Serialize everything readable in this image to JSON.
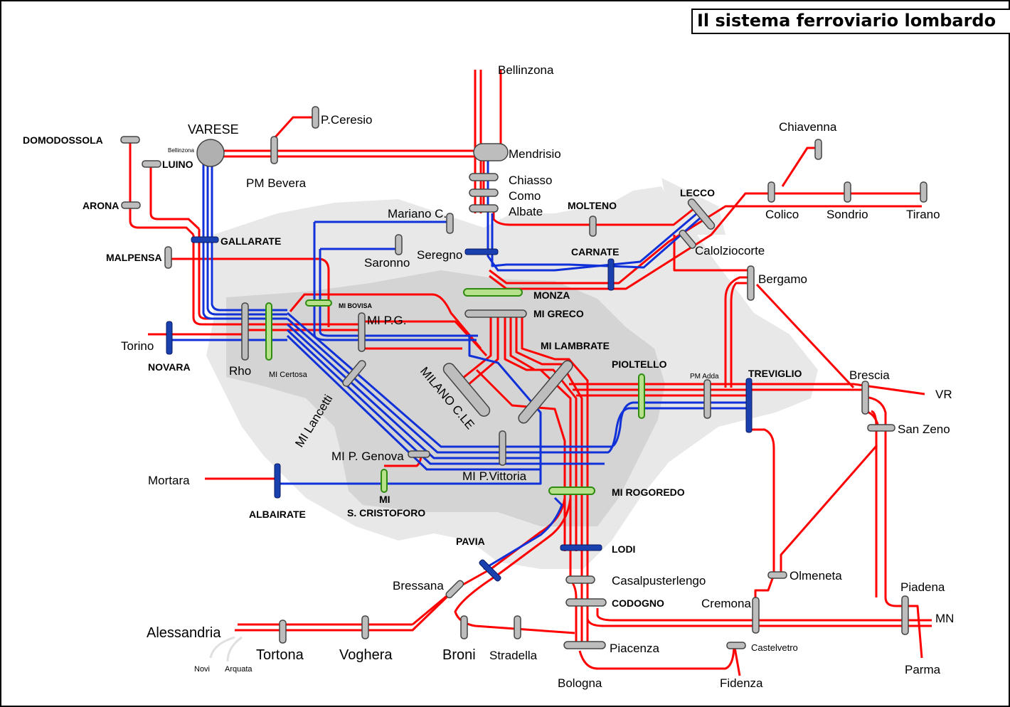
{
  "title": "Il sistema ferroviario lombardo",
  "stations": {
    "bellinzona_top": "Bellinzona",
    "p_ceresio": "P.Ceresio",
    "varese": "VARESE",
    "bellinzona_small": "Bellinzona",
    "luino": "LUINO",
    "domodossola": "DOMODOSSOLA",
    "pm_bevera": "PM Bevera",
    "mendrisio": "Mendrisio",
    "chiasso": "Chiasso",
    "como": "Como",
    "albate": "Albate",
    "chiavenna": "Chiavenna",
    "lecco": "LECCO",
    "colico": "Colico",
    "sondrio": "Sondrio",
    "tirano": "Tirano",
    "arona": "ARONA",
    "mariano": "Mariano C.",
    "molteno": "MOLTENO",
    "gallarate": "GALLARATE",
    "malpensa": "MALPENSA",
    "saronno": "Saronno",
    "seregno": "Seregno",
    "carnate": "CARNATE",
    "calolziocorte": "Calolziocorte",
    "bergamo": "Bergamo",
    "monza": "MONZA",
    "mi_bovisa": "MI BOVISA",
    "mi_greco": "MI GRECO",
    "mi_pg": "MI P.G.",
    "torino": "Torino",
    "novara": "NOVARA",
    "rho": "Rho",
    "mi_certosa": "MI Certosa",
    "mi_lambrate": "MI LAMBRATE",
    "milano_cle": "MILANO C.LE",
    "pioltello": "PIOLTELLO",
    "pm_adda": "PM Adda",
    "treviglio": "TREVIGLIO",
    "brescia": "Brescia",
    "vr": "VR",
    "san_zeno": "San Zeno",
    "mi_lancetti": "MI Lancetti",
    "mi_p_genova": "MI P. Genova",
    "mi_p_vittoria": "MI P.Vittoria",
    "mortara": "Mortara",
    "albairate": "ALBAIRATE",
    "mi_s_cristoforo_1": "MI",
    "mi_s_cristoforo_2": "S. CRISTOFORO",
    "mi_rogoredo": "MI ROGOREDO",
    "pavia": "PAVIA",
    "lodi": "LODI",
    "olmeneta": "Olmeneta",
    "bressana": "Bressana",
    "casalpusterlengo": "Casalpusterlengo",
    "piadena": "Piadena",
    "cremona": "Cremona",
    "codogno": "CODOGNO",
    "mn": "MN",
    "alessandria": "Alessandria",
    "tortona": "Tortona",
    "voghera": "Voghera",
    "broni": "Broni",
    "stradella": "Stradella",
    "piacenza": "Piacenza",
    "castelvetro": "Castelvetro",
    "parma": "Parma",
    "novi": "Novi",
    "arquata": "Arquata",
    "bologna": "Bologna",
    "fidenza": "Fidenza"
  },
  "colors": {
    "fs_line": "#ff0000",
    "passante_line": "#1030d8",
    "node_major": "#1a3fae",
    "node_interchange": "#2e8b10",
    "station": "#bdbdbd",
    "metro_area": "#e8e8e8",
    "inner_area": "#d4d4d4"
  }
}
